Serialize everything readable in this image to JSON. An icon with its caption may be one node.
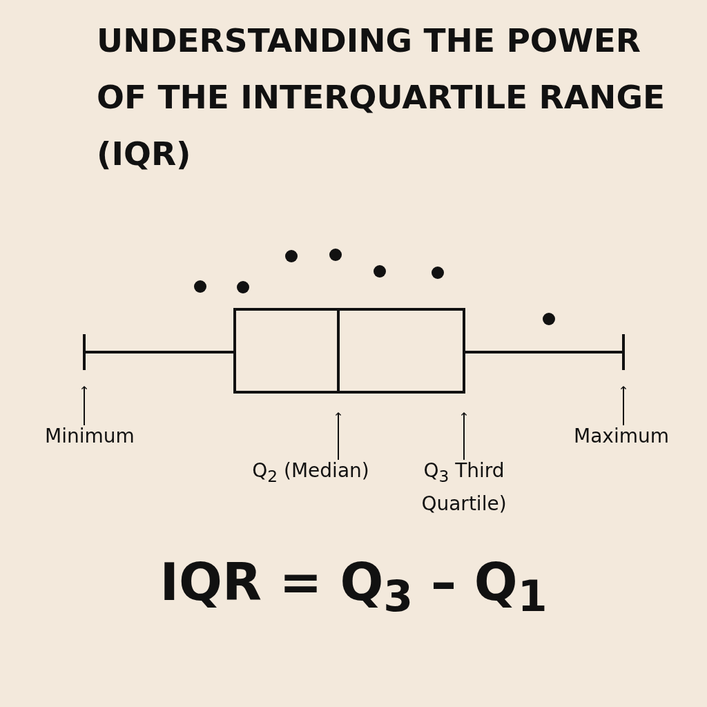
{
  "diagram": {
    "title": "UNDERSTANDING THE POWER OF THE INTERQUARTILE RANGE (IQR)",
    "nodes": [
      {
        "text": [
          "Minimum"
        ]
      },
      {
        "text": [
          "Q$_{2}$ (Median)"
        ]
      },
      {
        "text": [
          "Q$_{3}$ Third Quartile)"
        ]
      },
      {
        "text": [
          "Maximum"
        ]
      }
    ],
    "edges": [
      {
        "from": 0,
        "to": null,
        "arrow": "to"
      },
      {
        "from": 1,
        "to": null,
        "arrow": "to"
      },
      {
        "from": 2,
        "to": null,
        "arrow": "to"
      },
      {
        "from": 3,
        "to": null,
        "arrow": "to"
      }
    ],
    "labels": [
      "IQR = Q$_{3}$ – Q$_{1}$"
    ]
  }
}
